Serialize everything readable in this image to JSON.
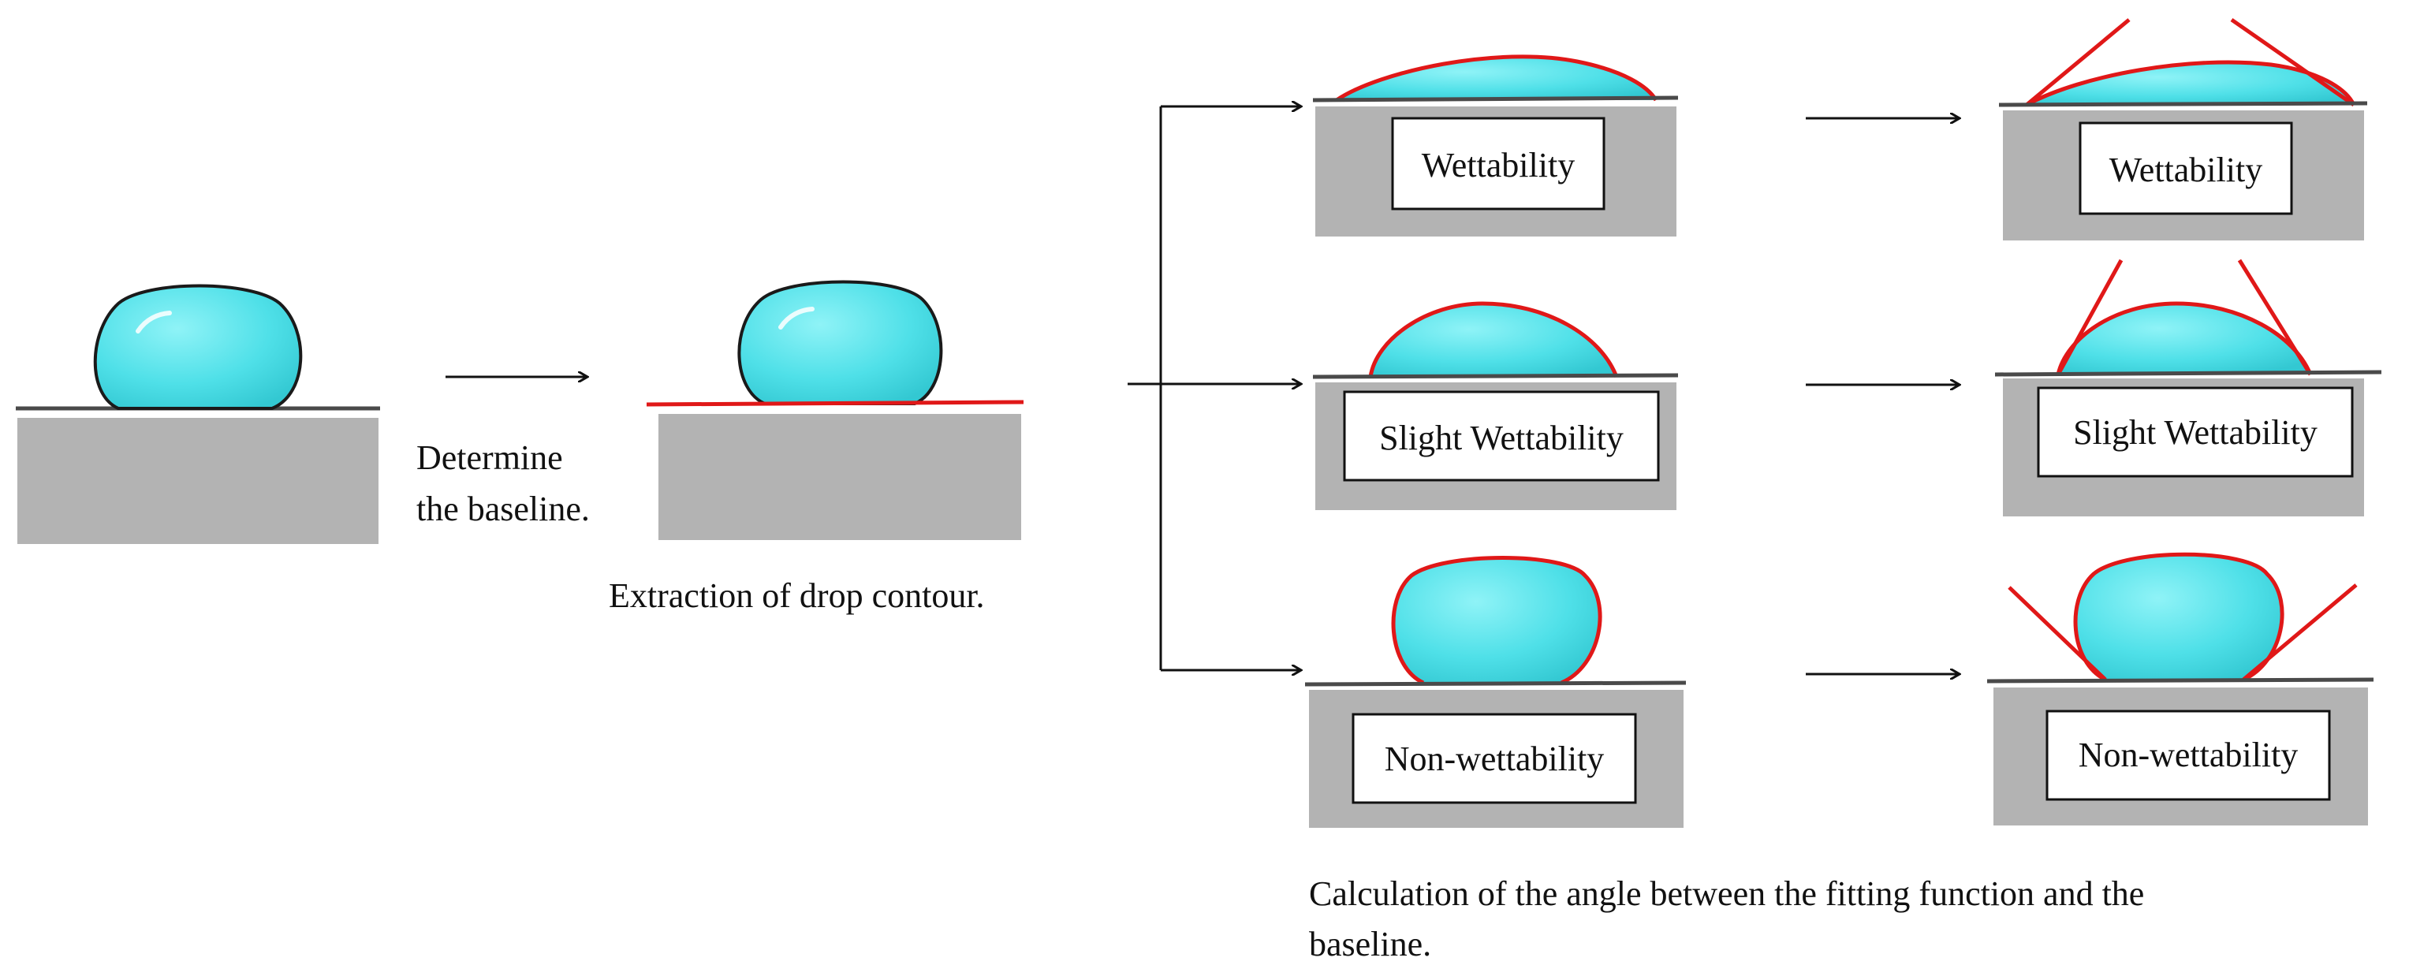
{
  "labels": {
    "step1": [
      "Determine",
      "the baseline."
    ],
    "step2": "Extraction of drop contour.",
    "step3": [
      "Calculation of the angle between the fitting function and the",
      "baseline."
    ]
  },
  "cases": {
    "wettability": "Wettability",
    "slight": "Slight Wettability",
    "non": "Non-wettability"
  },
  "colors": {
    "drop": "#4fe0e8",
    "drop_edge": "#1a1a1a",
    "contour": "#e01818",
    "substrate": "#b3b3b3",
    "surface": "#4a4a4a"
  }
}
